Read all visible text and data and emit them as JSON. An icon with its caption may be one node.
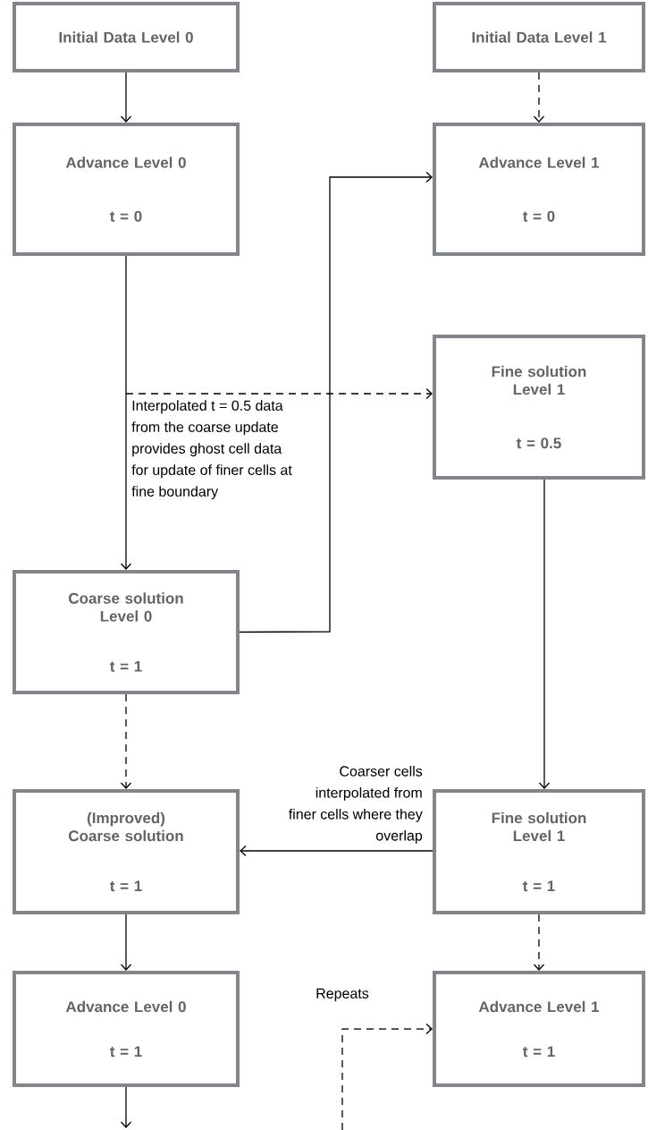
{
  "diagram": {
    "nodes": [
      {
        "text": [
          "Initial Data Level 0"
        ]
      },
      {
        "text": [
          "Initial Data Level 1"
        ]
      },
      {
        "text": [
          "Advance Level 0",
          "t = 0"
        ]
      },
      {
        "text": [
          "Advance Level 1",
          "t = 0"
        ]
      },
      {
        "text": [
          "Fine solution Level 1",
          "t = 0.5"
        ]
      },
      {
        "text": [
          "Coarse solution Level 0",
          "t = 1"
        ]
      },
      {
        "text": [
          "(Improved) Coarse solution",
          "t = 1"
        ]
      },
      {
        "text": [
          "Fine solution Level 1",
          "t = 1"
        ]
      },
      {
        "text": [
          "Advance Level 0",
          "t = 1"
        ]
      },
      {
        "text": [
          "Advance Level 1",
          "t = 1"
        ]
      }
    ],
    "edges": [
      {
        "from": 0,
        "to": 2,
        "arrow": "to"
      },
      {
        "from": 1,
        "to": 3,
        "arrow": "to",
        "style": "dashed"
      },
      {
        "from": 2,
        "to": 5,
        "arrow": "to"
      },
      {
        "from": null,
        "to": 4,
        "arrow": "to",
        "style": "dashed",
        "label": "Interpolated t = 0.5 data from the coarse update provides ghost cell data for update of finer cells at fine boundary"
      },
      {
        "from": 5,
        "to": 3,
        "arrow": "to"
      },
      {
        "from": 5,
        "to": 6,
        "arrow": "to",
        "style": "dashed"
      },
      {
        "from": 4,
        "to": 7,
        "arrow": "to"
      },
      {
        "from": 7,
        "to": 6,
        "arrow": "to",
        "label": "Coarser cells interpolated from finer cells where they overlap"
      },
      {
        "from": 6,
        "to": 8,
        "arrow": "to"
      },
      {
        "from": 7,
        "to": 9,
        "arrow": "to",
        "style": "dashed"
      },
      {
        "from": 8,
        "to": null,
        "arrow": "to"
      },
      {
        "from": null,
        "to": 9,
        "arrow": "to",
        "style": "dashed",
        "label": "Repeats"
      }
    ]
  }
}
